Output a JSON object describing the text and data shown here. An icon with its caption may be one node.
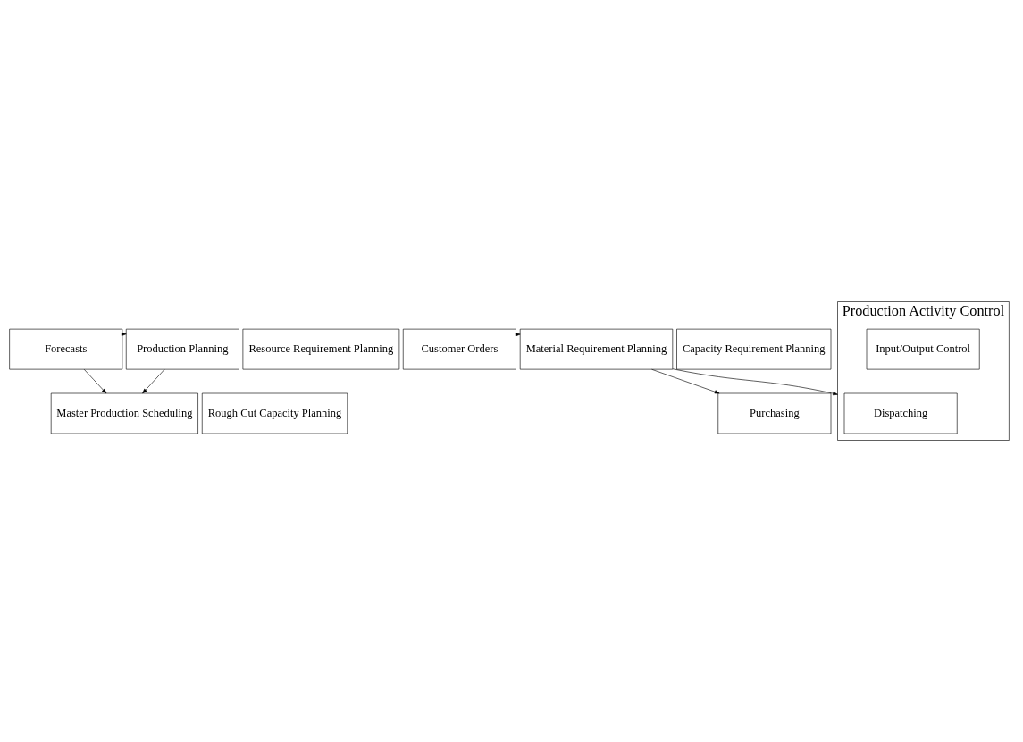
{
  "diagram": {
    "nodes": [
      {
        "text": [
          "Forecasts"
        ]
      },
      {
        "text": [
          "Production Planning"
        ]
      },
      {
        "text": [
          "Resource Requirement Planning"
        ]
      },
      {
        "text": [
          "Master Production Scheduling"
        ]
      },
      {
        "text": [
          "Rough Cut Capacity Planning"
        ]
      },
      {
        "text": [
          "Customer Orders"
        ]
      },
      {
        "text": [
          "Material Requirement Planning"
        ]
      },
      {
        "text": [
          "Capacity Requirement Planning"
        ]
      },
      {
        "text": [
          "Purchasing"
        ]
      },
      {
        "text": [
          "Production Activity Control"
        ]
      },
      {
        "text": [
          "Dispatching"
        ],
        "in": 9
      },
      {
        "text": [
          "Input/Output Control"
        ],
        "in": 9
      }
    ],
    "edges": [
      {
        "from": 0,
        "to": 1,
        "arrow": "to"
      },
      {
        "from": 0,
        "to": 3,
        "arrow": "to"
      },
      {
        "from": 1,
        "to": 3,
        "arrow": "to"
      },
      {
        "from": 5,
        "to": 6,
        "arrow": "to"
      },
      {
        "from": 6,
        "to": 8,
        "arrow": "to"
      },
      {
        "from": 6,
        "to": 9,
        "arrow": "to"
      }
    ]
  }
}
